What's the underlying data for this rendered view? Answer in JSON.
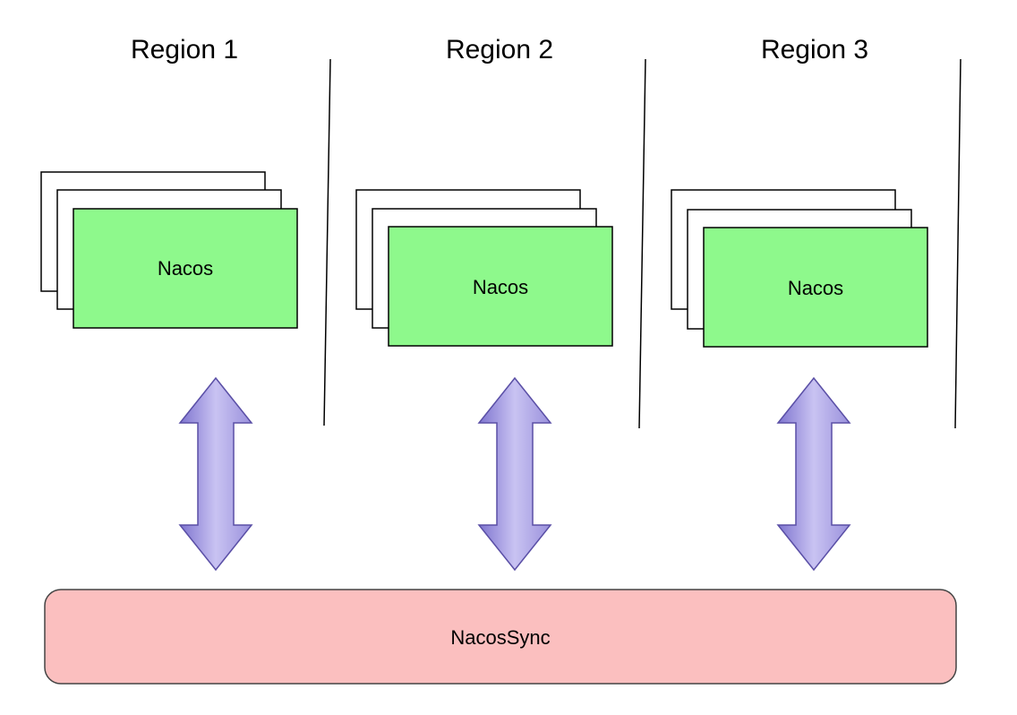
{
  "regions": [
    {
      "title": "Region 1",
      "node_label": "Nacos"
    },
    {
      "title": "Region 2",
      "node_label": "Nacos"
    },
    {
      "title": "Region 3",
      "node_label": "Nacos"
    }
  ],
  "sync": {
    "label": "NacosSync"
  },
  "colors": {
    "node_fill": "#8ef98c",
    "sync_fill": "#fbbfbf",
    "arrow_light": "#c9c3f2",
    "arrow_dark": "#7e74cf"
  }
}
